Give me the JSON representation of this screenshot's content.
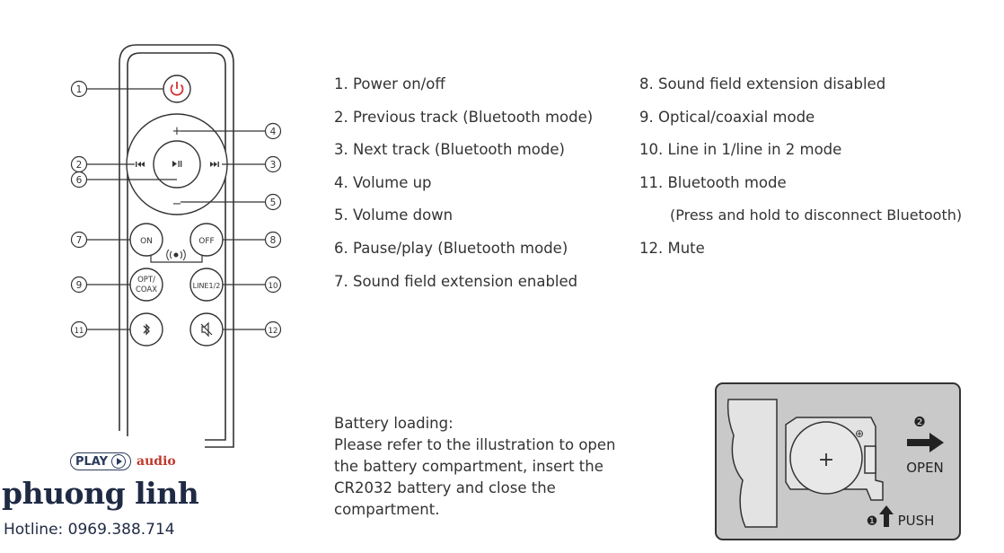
{
  "remote": {
    "callouts": [
      "1",
      "2",
      "3",
      "4",
      "5",
      "6",
      "7",
      "8",
      "9",
      "10",
      "11",
      "12"
    ],
    "buttons": {
      "on": "ON",
      "off": "OFF",
      "opt_line1": "OPT/",
      "opt_line2": "COAX",
      "line": "LINE1/2"
    },
    "icons": [
      "power-icon",
      "previous-track-icon",
      "play-pause-icon",
      "next-track-icon",
      "volume-up-icon",
      "volume-down-icon",
      "sound-field-icon",
      "bluetooth-icon",
      "mute-icon"
    ],
    "plus_symbol": "+",
    "minus_symbol": "−"
  },
  "legend": {
    "left": [
      "1. Power on/off",
      "2. Previous track (Bluetooth mode)",
      "3. Next track (Bluetooth mode)",
      "4. Volume up",
      "5. Volume down",
      "6. Pause/play (Bluetooth mode)",
      "7. Sound field extension enabled"
    ],
    "right": [
      "8. Sound field extension disabled",
      "9. Optical/coaxial mode",
      "10. Line in 1/line in 2 mode",
      "11. Bluetooth mode",
      "(Press and hold to disconnect Bluetooth)",
      "12. Mute"
    ]
  },
  "battery": {
    "heading": "Battery loading:",
    "instructions": "Please refer to the illustration to open the battery compartment, insert the CR2032 battery and close the compartment.",
    "open_label": "OPEN",
    "push_label": "PUSH",
    "step_open": "❷",
    "step_push": "❶",
    "plus_symbol": "+",
    "plus_small": "⊕"
  },
  "logo": {
    "play": "PLAY",
    "audio": "audio",
    "name": "phuong linh",
    "hotline": "Hotline: 0969.388.714"
  },
  "colors": {
    "power": "#d63030",
    "line": "#333333",
    "battery_bg": "#c9c9c9",
    "logo_navy": "#1f2a44",
    "logo_red": "#c0392b"
  }
}
